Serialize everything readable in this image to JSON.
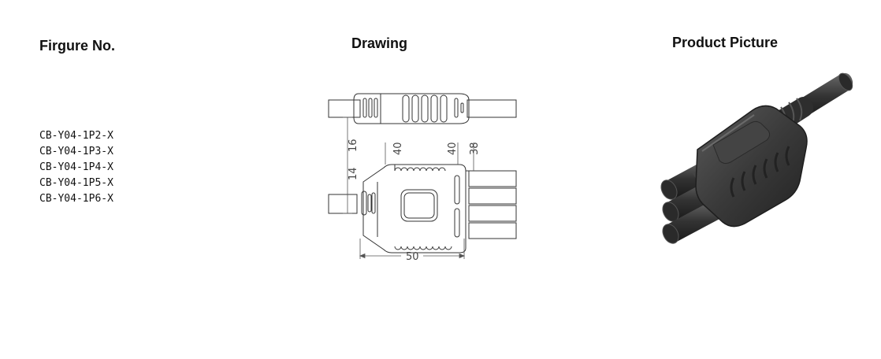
{
  "headings": {
    "figure_no": "Firgure No.",
    "drawing": "Drawing",
    "product_picture": "Product Picture"
  },
  "models": [
    "CB-Y04-1P2-X",
    "CB-Y04-1P3-X",
    "CB-Y04-1P4-X",
    "CB-Y04-1P5-X",
    "CB-Y04-1P6-X"
  ],
  "dimensions": {
    "top_height": "16",
    "cable_height": "14",
    "width_left": "40",
    "width_right": "40",
    "depth": "38",
    "length": "50"
  },
  "colors": {
    "line": "#333333",
    "product_body": "#3a3a3a",
    "product_highlight": "#555555"
  }
}
